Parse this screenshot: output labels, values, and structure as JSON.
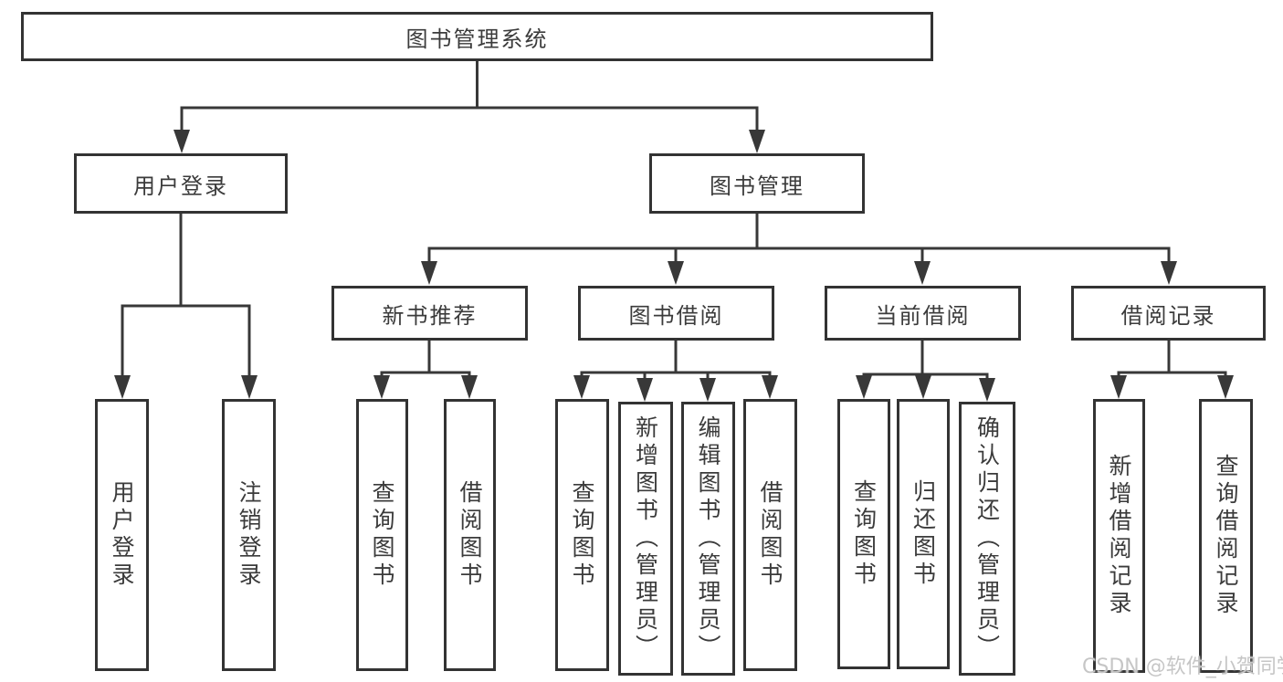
{
  "colors": {
    "line": "#383838",
    "box_border": "#333333",
    "text": "#3b3b3b",
    "watermark": "#c6c6c6",
    "background": "#ffffff"
  },
  "watermark": {
    "text": "CSDN @软件_小贺同学"
  },
  "tree": {
    "label": "图书管理系统",
    "children": [
      {
        "label": "用户登录",
        "children": [
          {
            "label": "用户登录"
          },
          {
            "label": "注销登录"
          }
        ]
      },
      {
        "label": "图书管理",
        "children": [
          {
            "label": "新书推荐",
            "children": [
              {
                "label": "查询图书"
              },
              {
                "label": "借阅图书"
              }
            ]
          },
          {
            "label": "图书借阅",
            "children": [
              {
                "label": "查询图书"
              },
              {
                "label": "新增图书（管理员）"
              },
              {
                "label": "编辑图书（管理员）"
              },
              {
                "label": "借阅图书"
              }
            ]
          },
          {
            "label": "当前借阅",
            "children": [
              {
                "label": "查询图书"
              },
              {
                "label": "归还图书"
              },
              {
                "label": "确认归还（管理员）"
              }
            ]
          },
          {
            "label": "借阅记录",
            "children": [
              {
                "label": "新增借阅记录"
              },
              {
                "label": "查询借阅记录"
              }
            ]
          }
        ]
      }
    ]
  }
}
